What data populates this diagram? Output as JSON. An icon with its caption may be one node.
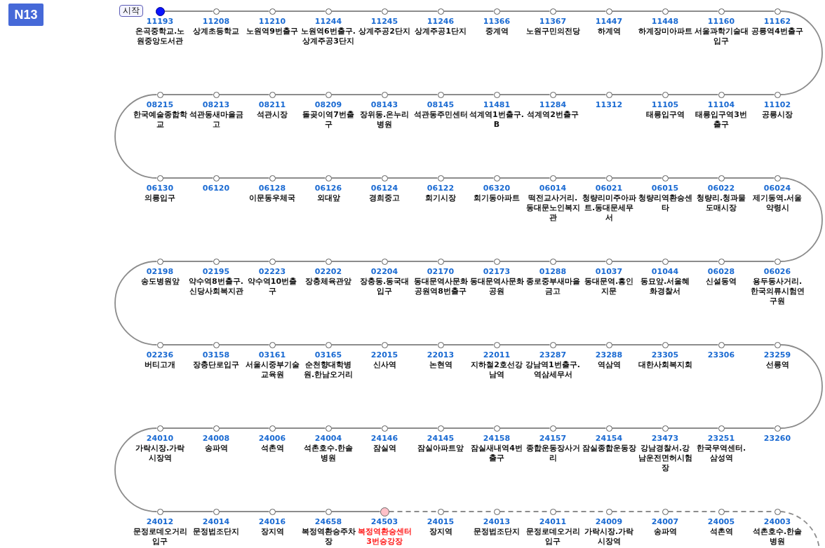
{
  "diagram": {
    "nodes": [
      {
        "text": [
          "N13"
        ]
      },
      {
        "text": [
          "시작"
        ]
      },
      {
        "text": [],
        "shape": "circle",
        "beside": [
          "11193",
          "온곡중학교.노원중앙도서관"
        ]
      },
      {
        "text": [],
        "shape": "circle",
        "beside": [
          "11208",
          "상계초등학교"
        ]
      },
      {
        "text": [],
        "shape": "circle",
        "beside": [
          "11210",
          "노원역9번출구"
        ]
      },
      {
        "text": [],
        "shape": "circle",
        "beside": [
          "11244",
          "노원역6번출구.상계주공3단지"
        ]
      },
      {
        "text": [],
        "shape": "circle",
        "beside": [
          "11245",
          "상계주공2단지"
        ]
      },
      {
        "text": [],
        "shape": "circle",
        "beside": [
          "11246",
          "상계주공1단지"
        ]
      },
      {
        "text": [],
        "shape": "circle",
        "beside": [
          "11366",
          "중계역"
        ]
      },
      {
        "text": [],
        "shape": "circle",
        "beside": [
          "11367",
          "노원구민의전당"
        ]
      },
      {
        "text": [],
        "shape": "circle",
        "beside": [
          "11447",
          "하계역"
        ]
      },
      {
        "text": [],
        "shape": "circle",
        "beside": [
          "11448",
          "하계장미아파트"
        ]
      },
      {
        "text": [],
        "shape": "circle",
        "beside": [
          "11160",
          "서울과학기술대입구"
        ]
      },
      {
        "text": [],
        "shape": "circle",
        "beside": [
          "11162",
          "공릉역4번출구"
        ]
      },
      {
        "text": [],
        "shape": "circle",
        "beside": [
          "11102",
          "공릉시장"
        ]
      },
      {
        "text": [],
        "shape": "circle",
        "beside": [
          "11104",
          "태릉입구역3번출구"
        ]
      },
      {
        "text": [],
        "shape": "circle",
        "beside": [
          "11105",
          "태릉입구역"
        ]
      },
      {
        "text": [],
        "shape": "circle",
        "beside": [
          "11312"
        ]
      },
      {
        "text": [],
        "shape": "circle",
        "beside": [
          "11284",
          "석계역2번출구"
        ]
      },
      {
        "text": [],
        "shape": "circle",
        "beside": [
          "11481",
          "석계역1번출구.B"
        ]
      },
      {
        "text": [],
        "shape": "circle",
        "beside": [
          "08145",
          "석관동주민센터"
        ]
      },
      {
        "text": [],
        "shape": "circle",
        "beside": [
          "08143",
          "장위동.온누리병원"
        ]
      },
      {
        "text": [],
        "shape": "circle",
        "beside": [
          "08209",
          "돌곶이역7번출구"
        ]
      },
      {
        "text": [],
        "shape": "circle",
        "beside": [
          "08211",
          "석관시장"
        ]
      },
      {
        "text": [],
        "shape": "circle",
        "beside": [
          "08213",
          "석관동새마을금고"
        ]
      },
      {
        "text": [],
        "shape": "circle",
        "beside": [
          "08215",
          "한국예술종합학교"
        ]
      },
      {
        "text": [],
        "shape": "circle",
        "beside": [
          "06130",
          "의릉입구"
        ]
      },
      {
        "text": [],
        "shape": "circle",
        "beside": [
          "06120"
        ]
      },
      {
        "text": [],
        "shape": "circle",
        "beside": [
          "06128",
          "이문동우체국"
        ]
      },
      {
        "text": [],
        "shape": "circle",
        "beside": [
          "06126",
          "외대앞"
        ]
      },
      {
        "text": [],
        "shape": "circle",
        "beside": [
          "06124",
          "경희중고"
        ]
      },
      {
        "text": [],
        "shape": "circle",
        "beside": [
          "06122",
          "회기시장"
        ]
      },
      {
        "text": [],
        "shape": "circle",
        "beside": [
          "06320",
          "회기동아파트"
        ]
      },
      {
        "text": [],
        "shape": "circle",
        "beside": [
          "06014",
          "떡전교사거리.동대문노인복지관"
        ]
      },
      {
        "text": [],
        "shape": "circle",
        "beside": [
          "06021",
          "청량리미주아파트.동대문세무서"
        ]
      },
      {
        "text": [],
        "shape": "circle",
        "beside": [
          "06015",
          "청량리역환승센타"
        ]
      },
      {
        "text": [],
        "shape": "circle",
        "beside": [
          "06022",
          "청량리.청과물도매시장"
        ]
      },
      {
        "text": [],
        "shape": "circle",
        "beside": [
          "06024",
          "제기동역.서울약령시"
        ]
      },
      {
        "text": [],
        "shape": "circle",
        "beside": [
          "06026",
          "용두동사거리.한국의류시험연구원"
        ]
      },
      {
        "text": [],
        "shape": "circle",
        "beside": [
          "06028",
          "신설동역"
        ]
      },
      {
        "text": [],
        "shape": "circle",
        "beside": [
          "01044",
          "동묘앞.서울혜화경찰서"
        ]
      },
      {
        "text": [],
        "shape": "circle",
        "beside": [
          "01037",
          "동대문역.흥인지문"
        ]
      },
      {
        "text": [],
        "shape": "circle",
        "beside": [
          "01288",
          "종로중부새마을금고"
        ]
      },
      {
        "text": [],
        "shape": "circle",
        "beside": [
          "02173",
          "동대문역사문화공원"
        ]
      },
      {
        "text": [],
        "shape": "circle",
        "beside": [
          "02170",
          "동대문역사문화공원역8번출구"
        ]
      },
      {
        "text": [],
        "shape": "circle",
        "beside": [
          "02204",
          "장충동.동국대입구"
        ]
      },
      {
        "text": [],
        "shape": "circle",
        "beside": [
          "02202",
          "장충체육관앞"
        ]
      },
      {
        "text": [],
        "shape": "circle",
        "beside": [
          "02223",
          "약수역10번출구"
        ]
      },
      {
        "text": [],
        "shape": "circle",
        "beside": [
          "02195",
          "약수역8번출구.신당사회복지관"
        ]
      },
      {
        "text": [],
        "shape": "circle",
        "beside": [
          "02198",
          "송도병원앞"
        ]
      },
      {
        "text": [],
        "shape": "circle",
        "beside": [
          "02236",
          "버티고개"
        ]
      },
      {
        "text": [],
        "shape": "circle",
        "beside": [
          "03158",
          "장충단로입구"
        ]
      },
      {
        "text": [],
        "shape": "circle",
        "beside": [
          "03161",
          "서울시중부기술교육원"
        ]
      },
      {
        "text": [],
        "shape": "circle",
        "beside": [
          "03165",
          "순천향대학병원.한남오거리"
        ]
      },
      {
        "text": [],
        "shape": "circle",
        "beside": [
          "22015",
          "신사역"
        ]
      },
      {
        "text": [],
        "shape": "circle",
        "beside": [
          "22013",
          "논현역"
        ]
      },
      {
        "text": [],
        "shape": "circle",
        "beside": [
          "22011",
          "지하철2호선강남역"
        ]
      },
      {
        "text": [],
        "shape": "circle",
        "beside": [
          "23287",
          "강남역1번출구.역삼세무서"
        ]
      },
      {
        "text": [],
        "shape": "circle",
        "beside": [
          "23288",
          "역삼역"
        ]
      },
      {
        "text": [],
        "shape": "circle",
        "beside": [
          "23305",
          "대한사회복지회"
        ]
      },
      {
        "text": [],
        "shape": "circle",
        "beside": [
          "23306"
        ]
      },
      {
        "text": [],
        "shape": "circle",
        "beside": [
          "23259",
          "선릉역"
        ]
      },
      {
        "text": [],
        "shape": "circle",
        "beside": [
          "23260"
        ]
      },
      {
        "text": [],
        "shape": "circle",
        "beside": [
          "23251",
          "한국무역센터.삼성역"
        ]
      },
      {
        "text": [],
        "shape": "circle",
        "beside": [
          "23473",
          "강남경찰서.강남운전면허시험장"
        ]
      },
      {
        "text": [],
        "shape": "circle",
        "beside": [
          "24154",
          "잠실종합운동장"
        ]
      },
      {
        "text": [],
        "shape": "circle",
        "beside": [
          "24157",
          "종합운동장사거리"
        ]
      },
      {
        "text": [],
        "shape": "circle",
        "beside": [
          "24158",
          "잠실새내역4번출구"
        ]
      },
      {
        "text": [],
        "shape": "circle",
        "beside": [
          "24145",
          "잠실아파트앞"
        ]
      },
      {
        "text": [],
        "shape": "circle",
        "beside": [
          "24146",
          "잠실역"
        ]
      },
      {
        "text": [],
        "shape": "circle",
        "beside": [
          "24004",
          "석촌호수.한솔병원"
        ]
      },
      {
        "text": [],
        "shape": "circle",
        "beside": [
          "24006",
          "석촌역"
        ]
      },
      {
        "text": [],
        "shape": "circle",
        "beside": [
          "24008",
          "송파역"
        ]
      },
      {
        "text": [],
        "shape": "circle",
        "beside": [
          "24010",
          "가락시장.가락시장역"
        ]
      },
      {
        "text": [],
        "shape": "circle",
        "beside": [
          "24012",
          "문정로데오거리입구"
        ]
      },
      {
        "text": [],
        "shape": "circle",
        "beside": [
          "24014",
          "문정법조단지"
        ]
      },
      {
        "text": [],
        "shape": "circle",
        "beside": [
          "24016",
          "장지역"
        ]
      },
      {
        "text": [],
        "shape": "circle",
        "beside": [
          "24658",
          "복정역환승주차장"
        ]
      },
      {
        "text": [],
        "shape": "circle",
        "beside": [
          "24503",
          "복정역환승센터3번승강장"
        ]
      },
      {
        "text": [],
        "shape": "circle",
        "beside": [
          "24015",
          "장지역"
        ]
      },
      {
        "text": [],
        "shape": "circle",
        "beside": [
          "24013",
          "문정법조단지"
        ]
      },
      {
        "text": [],
        "shape": "circle",
        "beside": [
          "24011",
          "문정로데오거리입구"
        ]
      },
      {
        "text": [],
        "shape": "circle",
        "beside": [
          "24009",
          "가락시장.가락시장역"
        ]
      },
      {
        "text": [],
        "shape": "circle",
        "beside": [
          "24007",
          "송파역"
        ]
      },
      {
        "text": [],
        "shape": "circle",
        "beside": [
          "24005",
          "석촌역"
        ]
      },
      {
        "text": [],
        "shape": "circle",
        "beside": [
          "24003",
          "석촌호수.한솔병원"
        ]
      }
    ],
    "edges": [
      {
        "from": 2,
        "to": 3,
        "arrow": "none"
      },
      {
        "from": 3,
        "to": 4,
        "arrow": "none"
      },
      {
        "from": 4,
        "to": 5,
        "arrow": "none"
      },
      {
        "from": 5,
        "to": 6,
        "arrow": "none"
      },
      {
        "from": 6,
        "to": 7,
        "arrow": "none"
      },
      {
        "from": 7,
        "to": 8,
        "arrow": "none"
      },
      {
        "from": 8,
        "to": 9,
        "arrow": "none"
      },
      {
        "from": 9,
        "to": 10,
        "arrow": "none"
      },
      {
        "from": 10,
        "to": 11,
        "arrow": "none"
      },
      {
        "from": 11,
        "to": 12,
        "arrow": "none"
      },
      {
        "from": 12,
        "to": 13,
        "arrow": "none"
      },
      {
        "from": 13,
        "to": 14,
        "arrow": "none"
      },
      {
        "from": 14,
        "to": 15,
        "arrow": "none"
      },
      {
        "from": 15,
        "to": 16,
        "arrow": "none"
      },
      {
        "from": 16,
        "to": 17,
        "arrow": "none"
      },
      {
        "from": 17,
        "to": 18,
        "arrow": "none"
      },
      {
        "from": 18,
        "to": 19,
        "arrow": "none"
      },
      {
        "from": 19,
        "to": 20,
        "arrow": "none"
      },
      {
        "from": 20,
        "to": 21,
        "arrow": "none"
      },
      {
        "from": 21,
        "to": 22,
        "arrow": "none"
      },
      {
        "from": 22,
        "to": 23,
        "arrow": "none"
      },
      {
        "from": 23,
        "to": 24,
        "arrow": "none"
      },
      {
        "from": 24,
        "to": 25,
        "arrow": "none"
      },
      {
        "from": 25,
        "to": 26,
        "arrow": "none"
      },
      {
        "from": 26,
        "to": 27,
        "arrow": "none"
      },
      {
        "from": 27,
        "to": 28,
        "arrow": "none"
      },
      {
        "from": 28,
        "to": 29,
        "arrow": "none"
      },
      {
        "from": 29,
        "to": 30,
        "arrow": "none"
      },
      {
        "from": 30,
        "to": 31,
        "arrow": "none"
      },
      {
        "from": 31,
        "to": 32,
        "arrow": "none"
      },
      {
        "from": 32,
        "to": 33,
        "arrow": "none"
      },
      {
        "from": 33,
        "to": 34,
        "arrow": "none"
      },
      {
        "from": 34,
        "to": 35,
        "arrow": "none"
      },
      {
        "from": 35,
        "to": 36,
        "arrow": "none"
      },
      {
        "from": 36,
        "to": 37,
        "arrow": "none"
      },
      {
        "from": 37,
        "to": 38,
        "arrow": "none"
      },
      {
        "from": 38,
        "to": 39,
        "arrow": "none"
      },
      {
        "from": 39,
        "to": 40,
        "arrow": "none"
      },
      {
        "from": 40,
        "to": 41,
        "arrow": "none"
      },
      {
        "from": 41,
        "to": 42,
        "arrow": "none"
      },
      {
        "from": 42,
        "to": 43,
        "arrow": "none"
      },
      {
        "from": 43,
        "to": 44,
        "arrow": "none"
      },
      {
        "from": 44,
        "to": 45,
        "arrow": "none"
      },
      {
        "from": 45,
        "to": 46,
        "arrow": "none"
      },
      {
        "from": 46,
        "to": 47,
        "arrow": "none"
      },
      {
        "from": 47,
        "to": 48,
        "arrow": "none"
      },
      {
        "from": 48,
        "to": 49,
        "arrow": "none"
      },
      {
        "from": 49,
        "to": 50,
        "arrow": "none"
      },
      {
        "from": 50,
        "to": 51,
        "arrow": "none"
      },
      {
        "from": 51,
        "to": 52,
        "arrow": "none"
      },
      {
        "from": 52,
        "to": 53,
        "arrow": "none"
      },
      {
        "from": 53,
        "to": 54,
        "arrow": "none"
      },
      {
        "from": 54,
        "to": 55,
        "arrow": "none"
      },
      {
        "from": 55,
        "to": 56,
        "arrow": "none"
      },
      {
        "from": 56,
        "to": 57,
        "arrow": "none"
      },
      {
        "from": 57,
        "to": 58,
        "arrow": "none"
      },
      {
        "from": 58,
        "to": 59,
        "arrow": "none"
      },
      {
        "from": 59,
        "to": 60,
        "arrow": "none"
      },
      {
        "from": 60,
        "to": 61,
        "arrow": "none"
      },
      {
        "from": 61,
        "to": 62,
        "arrow": "none"
      },
      {
        "from": 62,
        "to": 63,
        "arrow": "none"
      },
      {
        "from": 63,
        "to": 64,
        "arrow": "none"
      },
      {
        "from": 64,
        "to": 65,
        "arrow": "none"
      },
      {
        "from": 65,
        "to": 66,
        "arrow": "none"
      },
      {
        "from": 66,
        "to": 67,
        "arrow": "none"
      },
      {
        "from": 67,
        "to": 68,
        "arrow": "none"
      },
      {
        "from": 68,
        "to": 69,
        "arrow": "none"
      },
      {
        "from": 69,
        "to": 70,
        "arrow": "none"
      },
      {
        "from": 70,
        "to": 71,
        "arrow": "none"
      },
      {
        "from": 71,
        "to": 72,
        "arrow": "none"
      },
      {
        "from": 72,
        "to": 73,
        "arrow": "none"
      },
      {
        "from": 73,
        "to": 74,
        "arrow": "none"
      },
      {
        "from": 74,
        "to": 75,
        "arrow": "none"
      },
      {
        "from": 75,
        "to": 76,
        "arrow": "none"
      },
      {
        "from": 76,
        "to": 77,
        "arrow": "none"
      },
      {
        "from": 77,
        "to": 78,
        "arrow": "none"
      },
      {
        "from": 78,
        "to": 79,
        "arrow": "none",
        "style": "dashed"
      },
      {
        "from": 79,
        "to": 80,
        "arrow": "none",
        "style": "dashed"
      },
      {
        "from": 80,
        "to": 81,
        "arrow": "none",
        "style": "dashed"
      },
      {
        "from": 81,
        "to": 82,
        "arrow": "none",
        "style": "dashed"
      },
      {
        "from": 82,
        "to": 83,
        "arrow": "none",
        "style": "dashed"
      },
      {
        "from": 83,
        "to": 84,
        "arrow": "none",
        "style": "dashed"
      },
      {
        "from": 84,
        "to": 85,
        "arrow": "none",
        "style": "dashed"
      },
      {
        "from": 85,
        "to": null,
        "arrow": "none",
        "style": "dashed"
      }
    ]
  }
}
